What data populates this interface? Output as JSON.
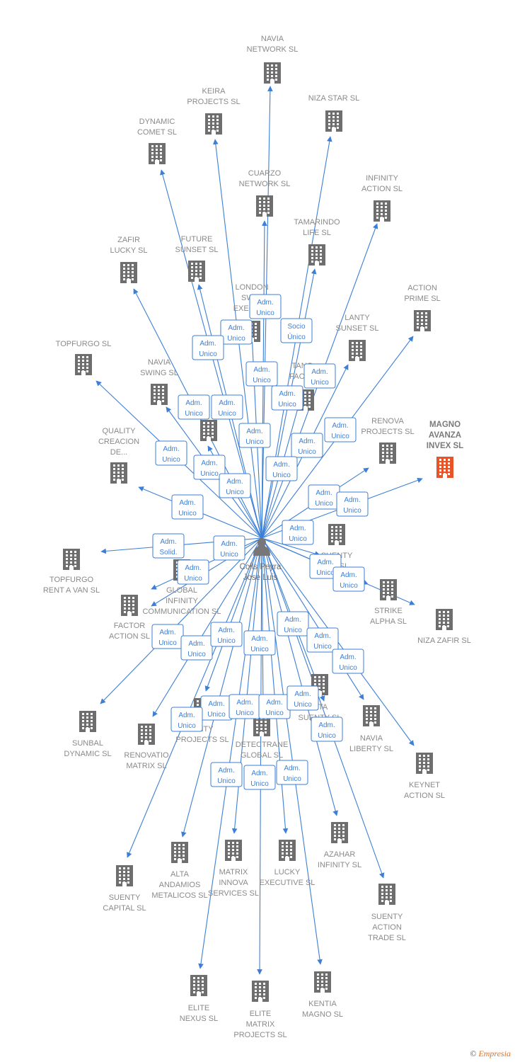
{
  "center": {
    "label_lines": [
      "Colls Peyra",
      "Jose Luis"
    ],
    "icon": "person-icon"
  },
  "colors": {
    "edge": "#3d7fd6",
    "building": "#6e6e6e",
    "highlight": "#e8542a"
  },
  "companies": [
    {
      "id": "navia-network",
      "lines": [
        "NAVIA",
        "NETWORK SL"
      ]
    },
    {
      "id": "keira-projects",
      "lines": [
        "KEIRA",
        "PROJECTS SL"
      ]
    },
    {
      "id": "niza-star",
      "lines": [
        "NIZA STAR SL"
      ]
    },
    {
      "id": "dynamic-comet",
      "lines": [
        "DYNAMIC",
        "COMET SL"
      ]
    },
    {
      "id": "cuarzo-network",
      "lines": [
        "CUARZO",
        "NETWORK SL"
      ]
    },
    {
      "id": "infinity-action",
      "lines": [
        "INFINITY",
        "ACTION SL"
      ]
    },
    {
      "id": "tamarindo-life",
      "lines": [
        "TAMARINDO",
        "LIFE SL"
      ]
    },
    {
      "id": "zafir-lucky",
      "lines": [
        "ZAFIR",
        "LUCKY SL"
      ]
    },
    {
      "id": "future-sunset",
      "lines": [
        "FUTURE",
        "SUNSET SL"
      ]
    },
    {
      "id": "london-swift",
      "lines": [
        "LONDON",
        "SWI...",
        "EXECUT..."
      ]
    },
    {
      "id": "action-prime",
      "lines": [
        "ACTION",
        "PRIME SL"
      ]
    },
    {
      "id": "lanty-sunset",
      "lines": [
        "LANTY",
        "SUNSET SL"
      ]
    },
    {
      "id": "topfurgo",
      "lines": [
        "TOPFURGO SL"
      ]
    },
    {
      "id": "navia-swing",
      "lines": [
        "NAVIA",
        "SWING SL"
      ]
    },
    {
      "id": "tango-factor",
      "lines": [
        "TANG...",
        "FACTO..."
      ]
    },
    {
      "id": "renova-projects",
      "lines": [
        "RENOVA",
        "PROJECTS SL"
      ]
    },
    {
      "id": "magno-avanza",
      "lines": [
        "MAGNO",
        "AVANZA",
        "INVEX  SL"
      ],
      "highlight": true
    },
    {
      "id": "quality-creacion",
      "lines": [
        "QUALITY",
        "CREACION",
        "DE..."
      ]
    },
    {
      "id": "hidden-1",
      "lines": []
    },
    {
      "id": "suenty-hidden",
      "lines": [
        "SUENTY",
        "...G SL"
      ]
    },
    {
      "id": "topfurgo-rent",
      "lines": [
        "TOPFURGO",
        "RENT A VAN SL"
      ]
    },
    {
      "id": "global-infinity",
      "lines": [
        "GLOBAL",
        "INFINITY",
        "COMMUNICATION SL"
      ]
    },
    {
      "id": "strike-alpha",
      "lines": [
        "STRIKE",
        "ALPHA SL"
      ]
    },
    {
      "id": "niza-zafir",
      "lines": [
        "NIZA ZAFIR SL"
      ]
    },
    {
      "id": "factor-action",
      "lines": [
        "FACTOR",
        "ACTION SL"
      ]
    },
    {
      "id": "sunbal-dynamic",
      "lines": [
        "SUNBAL",
        "DYNAMIC SL"
      ]
    },
    {
      "id": "renovatio-matrix",
      "lines": [
        "RENOVATIO",
        "MATRIX SL"
      ]
    },
    {
      "id": "infinity-projects",
      "lines": [
        "...NTY",
        "PROJECTS SL"
      ]
    },
    {
      "id": "detectrane-global",
      "lines": [
        "DETECTRANE",
        "GLOBAL SL"
      ]
    },
    {
      "id": "suenty-sl",
      "lines": [
        "...TA",
        "SUENTY SL"
      ]
    },
    {
      "id": "navia-liberty",
      "lines": [
        "NAVIA",
        "LIBERTY SL"
      ]
    },
    {
      "id": "keynet-action",
      "lines": [
        "KEYNET",
        "ACTION SL"
      ]
    },
    {
      "id": "azahar-infinity",
      "lines": [
        "AZAHAR",
        "INFINITY SL"
      ]
    },
    {
      "id": "lucky-executive",
      "lines": [
        "LUCKY",
        "EXECUTIVE SL"
      ]
    },
    {
      "id": "matrix-innova",
      "lines": [
        "MATRIX",
        "INNOVA",
        "SERVICES SL"
      ]
    },
    {
      "id": "alta-andamios",
      "lines": [
        "ALTA",
        "ANDAMIOS",
        "METALICOS SL"
      ]
    },
    {
      "id": "suenty-capital",
      "lines": [
        "SUENTY",
        "CAPITAL SL"
      ]
    },
    {
      "id": "suenty-action-trade",
      "lines": [
        "SUENTY",
        "ACTION",
        "TRADE SL"
      ]
    },
    {
      "id": "elite-nexus",
      "lines": [
        "ELITE",
        "NEXUS SL"
      ]
    },
    {
      "id": "elite-matrix",
      "lines": [
        "ELITE",
        "MATRIX",
        "PROJECTS SL"
      ]
    },
    {
      "id": "kentia-magno",
      "lines": [
        "KENTIA",
        "MAGNO SL"
      ]
    }
  ],
  "relations": [
    {
      "lines": [
        "Adm.",
        "Unico"
      ]
    },
    {
      "lines": [
        "Adm.",
        "Unico"
      ]
    },
    {
      "lines": [
        "Socio",
        "Único"
      ]
    },
    {
      "lines": [
        "Adm.",
        "Unico"
      ]
    },
    {
      "lines": [
        "Adm.",
        "Unico"
      ]
    },
    {
      "lines": [
        "Adm.",
        "Unico"
      ]
    },
    {
      "lines": [
        "Adm.",
        "Unico"
      ]
    },
    {
      "lines": [
        "Adm.",
        "Unico"
      ]
    },
    {
      "lines": [
        "Adm.",
        "Unico"
      ]
    },
    {
      "lines": [
        "Adm.",
        "Unico"
      ]
    },
    {
      "lines": [
        "Adm.",
        "Unico"
      ]
    },
    {
      "lines": [
        "Adm.",
        "Unico"
      ]
    },
    {
      "lines": [
        "Adm.",
        "Unico"
      ]
    },
    {
      "lines": [
        "Adm.",
        "Unico"
      ]
    },
    {
      "lines": [
        "Adm.",
        "Unico"
      ]
    },
    {
      "lines": [
        "Adm.",
        "Unico"
      ]
    },
    {
      "lines": [
        "Adm.",
        "Unico"
      ]
    },
    {
      "lines": [
        "Adm.",
        "Unico"
      ]
    },
    {
      "lines": [
        "Adm.",
        "Unico"
      ]
    },
    {
      "lines": [
        "Adm.",
        "Solid."
      ]
    },
    {
      "lines": [
        "Adm.",
        "Unico"
      ]
    },
    {
      "lines": [
        "Adm.",
        "Unico"
      ]
    },
    {
      "lines": [
        "Adm.",
        "Unico"
      ]
    },
    {
      "lines": [
        "Adm.",
        "Unico"
      ]
    },
    {
      "lines": [
        "Adm.",
        "Unico"
      ]
    },
    {
      "lines": [
        "Adm.",
        "Unico"
      ]
    },
    {
      "lines": [
        "Adm.",
        "Unico"
      ]
    },
    {
      "lines": [
        "Adm.",
        "Unico"
      ]
    },
    {
      "lines": [
        "Adm.",
        "Unico"
      ]
    },
    {
      "lines": [
        "Adm.",
        "Unico"
      ]
    },
    {
      "lines": [
        "Adm.",
        "Unico"
      ]
    },
    {
      "lines": [
        "Adm.",
        "Unico"
      ]
    },
    {
      "lines": [
        "Adm.",
        "Unico"
      ]
    },
    {
      "lines": [
        "Adm.",
        "Unico"
      ]
    },
    {
      "lines": [
        "Adm.",
        "Unico"
      ]
    },
    {
      "lines": [
        "Adm.",
        "Unico"
      ]
    },
    {
      "lines": [
        "Adm.",
        "Unico"
      ]
    },
    {
      "lines": [
        "Adm.",
        "Unico"
      ]
    },
    {
      "lines": [
        "Adm.",
        "Unico"
      ]
    },
    {
      "lines": [
        "Adm.",
        "Unico"
      ]
    },
    {
      "lines": [
        "Adm.",
        "Unico"
      ]
    }
  ],
  "footer": {
    "copyright": "©",
    "brand": "Empresia"
  }
}
